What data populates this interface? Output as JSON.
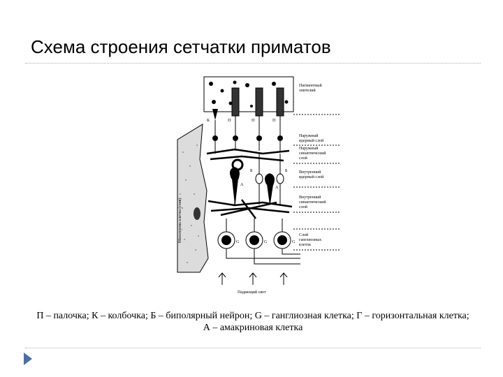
{
  "slide": {
    "title": "Схема строения сетчатки приматов",
    "caption_line1": "П – палочка; К – колбочка; Б – биполярный нейрон; G – ганглиозная клетка; Г – горизонтальная клетка;",
    "caption_line2": "А – амакриновая клетка"
  },
  "diagram": {
    "layer_labels": [
      [
        "Пигментный",
        "эпителий"
      ],
      [
        "Наружный",
        "ядерный слой"
      ],
      [
        "Наружный",
        "синаптический",
        "слой"
      ],
      [
        "Внутренний",
        "ядерный слой"
      ],
      [
        "Внутренний",
        "синаптический",
        "слой"
      ],
      [
        "Слой",
        "ганглиозных",
        "клеток"
      ]
    ],
    "side_label": "Мюллерова клетка (глия)",
    "incident_light": "Падающий свет",
    "cell_letters": {
      "k": "К",
      "p1": "П",
      "p2": "П",
      "p3": "П",
      "b1": "Б",
      "b2": "Б",
      "a1": "А",
      "a2": "А",
      "g1": "G",
      "g2": "G",
      "g3": "G"
    }
  }
}
